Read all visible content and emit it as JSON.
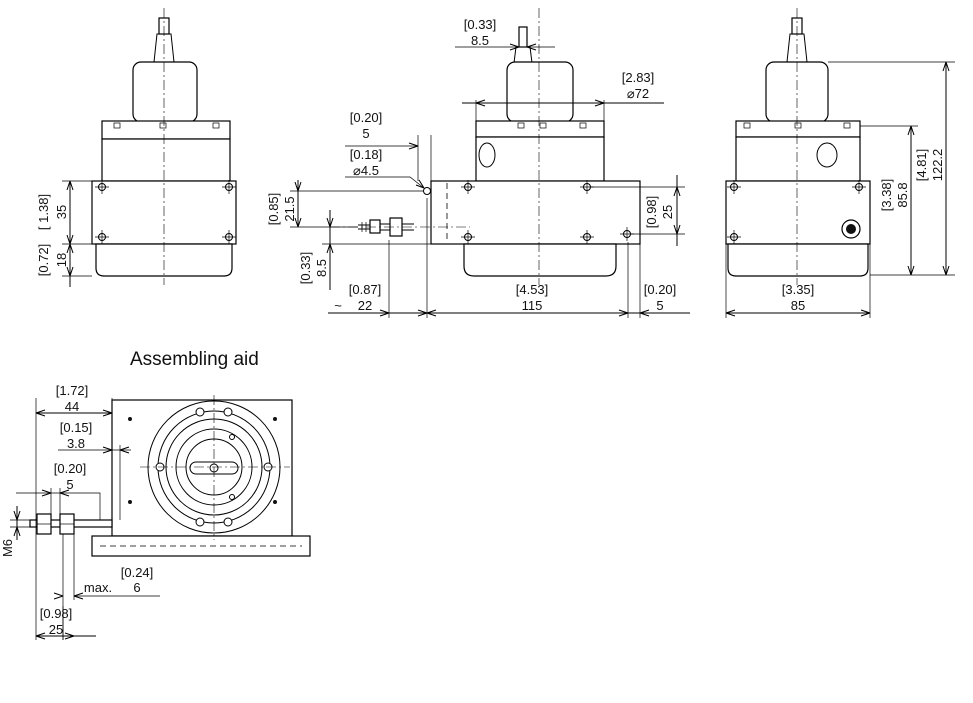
{
  "drawing": {
    "heading": "Assembling aid",
    "left_view": {
      "h_flange_in": "[ 1.38]",
      "h_flange_mm": "35",
      "h_base_in": "[0.72]",
      "h_base_mm": "18"
    },
    "center_view": {
      "pin_in": "[0.33]",
      "pin_mm": "8.5",
      "boss_in": "[2.83]",
      "boss_mm": "⌀72",
      "hole_off_in": "[0.20]",
      "hole_off_mm": "5",
      "hole_dia_in": "[0.18]",
      "hole_dia_mm": "⌀4.5",
      "flange_h_in": "[0.85]",
      "flange_h_mm": "21.5",
      "base_off_in": "[0.33]",
      "base_off_mm": "8.5",
      "cable_in": "[0.87]",
      "cable_prefix": "~",
      "cable_mm": "22",
      "width_in": "[4.53]",
      "width_mm": "115",
      "hole_h_in": "[0.98]",
      "hole_h_mm": "25",
      "edge_in": "[0.20]",
      "edge_mm": "5"
    },
    "right_view": {
      "total_in": "[4.81]",
      "total_mm": "122.2",
      "height_in": "[3.38]",
      "height_mm": "85.8",
      "width_in": "[3.35]",
      "width_mm": "85"
    },
    "assembly": {
      "depth_in": "[1.72]",
      "depth_mm": "44",
      "gap_in": "[0.15]",
      "gap_mm": "3.8",
      "nut_in": "[0.20]",
      "nut_mm": "5",
      "thread": "M6",
      "max_in": "[0.24]",
      "max_label": "max.",
      "max_mm": "6",
      "length_in": "[0.98]",
      "length_mm": "25"
    }
  }
}
